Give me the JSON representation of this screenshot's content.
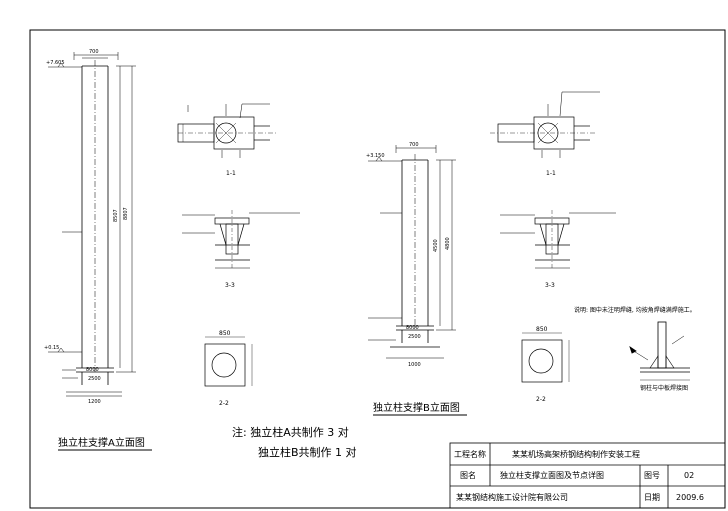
{
  "column_a": {
    "caption": "独立柱支撑A立面图",
    "top_width": "700",
    "total_height": "8807",
    "inner_height": "8507",
    "base_plate": "8000",
    "base_dim": "2500",
    "base_total": "1200",
    "elev_top": "+7.605",
    "elev_bottom": "+0.15"
  },
  "column_b": {
    "caption": "独立柱支撑B立面图",
    "top_width": "700",
    "total_height": "4800",
    "inner_height": "4500",
    "base_plate": "8000",
    "base_dim": "2500",
    "base_total": "1000",
    "elev_top": "+3.150"
  },
  "sections": {
    "s11_a": "1-1",
    "s22_a": "2-2",
    "s33_a": "3-3",
    "s11_b": "1-1",
    "s22_b": "2-2",
    "s33_b": "3-3",
    "plan_dim_a": "850",
    "plan_dim_b": "850"
  },
  "notes": {
    "line1": "注: 独立柱A共制作 3 对",
    "line2": "独立柱B共制作 1 对",
    "weld_note": "说明: 图中未注明焊缝, 均按角焊缝满焊施工。",
    "detail_caption": "钢柱与中板焊接图"
  },
  "title_block": {
    "r1_label": "工程名称",
    "r1_value": "某某机场高架桥钢结构制作安装工程",
    "r2_label": "图名",
    "r2_value": "独立柱支撑立面图及节点详图",
    "r2_code_label": "图号",
    "r2_code": "02",
    "r3_value": "某某钢结构施工设计院有限公司",
    "r3_date_label": "日期",
    "r3_date": "2009.6"
  }
}
